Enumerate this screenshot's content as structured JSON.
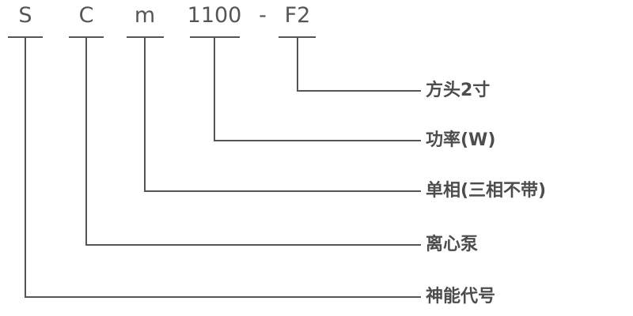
{
  "model_code": {
    "parts": [
      {
        "code": "S",
        "meaning": "神能代号"
      },
      {
        "code": "C",
        "meaning": "离心泵"
      },
      {
        "code": "m",
        "meaning": "单相(三相不带)"
      },
      {
        "code": "1100",
        "meaning": "功率(W)"
      },
      {
        "code": "F2",
        "meaning": "方头2寸"
      }
    ],
    "separator": "-"
  },
  "colors": {
    "line": "#555555",
    "text": "#4d4d4d"
  }
}
